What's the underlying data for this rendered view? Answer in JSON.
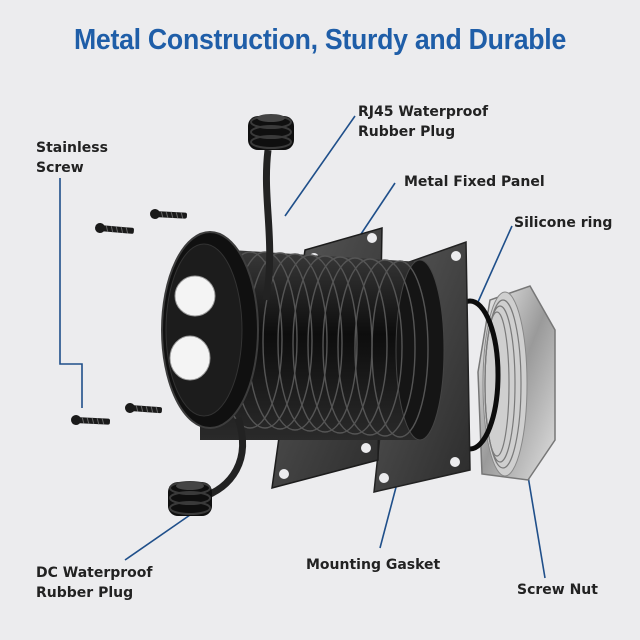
{
  "title": "Metal Construction, Sturdy and Durable",
  "labels": {
    "rj45_line1": "RJ45 Waterproof",
    "rj45_line2": "Rubber Plug",
    "stainless_line1": "Stainless",
    "stainless_line2": "Screw",
    "metal_panel": "Metal Fixed Panel",
    "silicone_ring": "Silicone ring",
    "dc_line1": "DC Waterproof",
    "dc_line2": "Rubber Plug",
    "mounting_gasket": "Mounting Gasket",
    "screw_nut": "Screw Nut"
  },
  "colors": {
    "title": "#1f5ea8",
    "leader_line": "#1f4f8a",
    "background": "#ececee"
  },
  "icons": {
    "parts": [
      "stainless-screw-icon",
      "rj45-plug-icon",
      "dc-plug-icon",
      "threaded-body-icon",
      "metal-panel-icon",
      "gasket-icon",
      "silicone-ring-icon",
      "screw-nut-icon"
    ]
  }
}
